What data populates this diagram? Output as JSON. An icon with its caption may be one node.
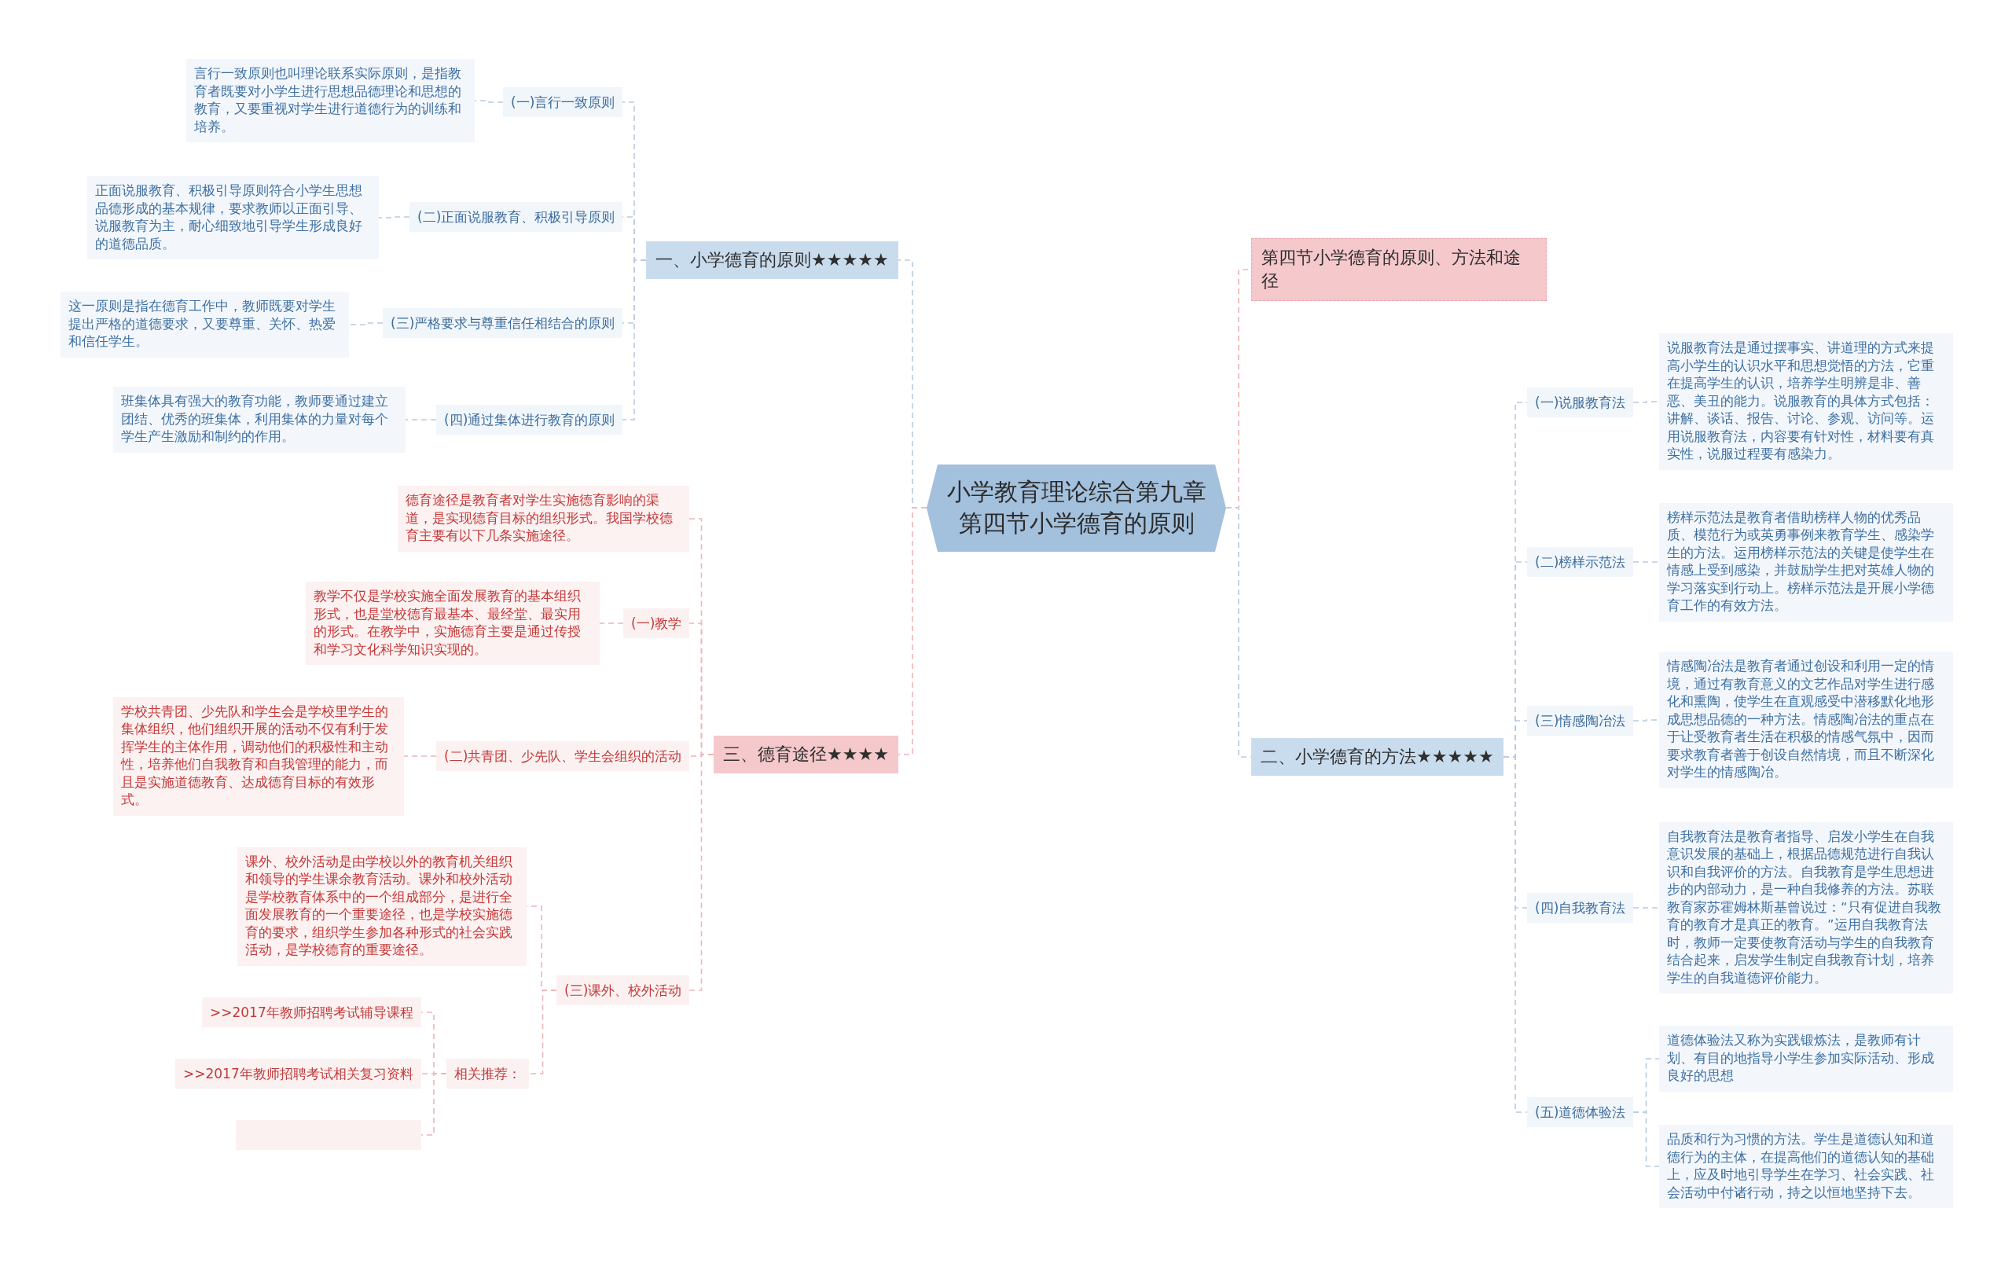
{
  "diagram": {
    "nodes": [
      {
        "text": [
          "小学教育理论综合第九章第四节小学德育的原则"
        ]
      },
      {
        "text": [
          "一、小学德育的原则★★★★★"
        ]
      },
      {
        "text": [
          "(一)言行一致原则"
        ]
      },
      {
        "text": [
          "言行一致原则也叫理论联系实际原则，是指教育者既要对小学生进行思想品德理论和思想的教育，又要重视对学生进行道德行为的训练和培养。"
        ]
      },
      {
        "text": [
          "(二)正面说服教育、积极引导原则"
        ]
      },
      {
        "text": [
          "正面说服教育、积极引导原则符合小学生思想品德形成的基本规律，要求教师以正面引导、说服教育为主，耐心细致地引导学生形成良好的道德品质。"
        ]
      },
      {
        "text": [
          "(三)严格要求与尊重信任相结合的原则"
        ]
      },
      {
        "text": [
          "这一原则是指在德育工作中，教师既要对学生提出严格的道德要求，又要尊重、关怀、热爱和信任学生。"
        ]
      },
      {
        "text": [
          "(四)通过集体进行教育的原则"
        ]
      },
      {
        "text": [
          "班集体具有强大的教育功能，教师要通过建立团结、优秀的班集体，利用集体的力量对每个学生产生激励和制约的作用。"
        ]
      },
      {
        "text": [
          "三、德育途径★★★★"
        ]
      },
      {
        "text": [
          "德育途径是教育者对学生实施德育影响的渠道，是实现德育目标的组织形式。我国学校德育主要有以下几条实施途径。"
        ]
      },
      {
        "text": [
          "(一)教学"
        ]
      },
      {
        "text": [
          "教学不仅是学校实施全面发展教育的基本组织形式，也是堂校德育最基本、最经堂、最实用的形式。在教学中，实施德育主要是通过传授和学习文化科学知识实现的。"
        ]
      },
      {
        "text": [
          "(二)共青团、少先队、学生会组织的活动"
        ]
      },
      {
        "text": [
          "学校共青团、少先队和学生会是学校里学生的集体组织，他们组织开展的活动不仅有利于发挥学生的主体作用，调动他们的积极性和主动性，培养他们自我教育和自我管理的能力，而且是实施道德教育、达成德育目标的有效形式。"
        ]
      },
      {
        "text": [
          "(三)课外、校外活动"
        ]
      },
      {
        "text": [
          "课外、校外活动是由学校以外的教育机关组织和领导的学生课余教育活动。课外和校外活动是学校教育体系中的一个组成部分，是进行全面发展教育的一个重要途径，也是学校实施德育的要求，组织学生参加各种形式的社会实践活动，是学校德育的重要途径。"
        ]
      },
      {
        "text": [
          "相关推荐："
        ]
      },
      {
        "text": [
          ">>2017年教师招聘考试辅导课程"
        ]
      },
      {
        "text": [
          ">>2017年教师招聘考试相关复习资料"
        ]
      },
      {
        "text": [],
        "shape": "box"
      },
      {
        "text": [
          "第四节小学德育的原则、方法和途径"
        ]
      },
      {
        "text": [
          "二、小学德育的方法★★★★★"
        ]
      },
      {
        "text": [
          "(一)说服教育法"
        ]
      },
      {
        "text": [
          "说服教育法是通过摆事实、讲道理的方式来提高小学生的认识水平和思想觉悟的方法，它重在提高学生的认识，培养学生明辨是非、善恶、美丑的能力。说服教育的具体方式包括：讲解、谈话、报告、讨论、参观、访问等。运用说服教育法，内容要有针对性，材料要有真实性，说服过程要有感染力。"
        ]
      },
      {
        "text": [
          "(二)榜样示范法"
        ]
      },
      {
        "text": [
          "榜样示范法是教育者借助榜样人物的优秀品质、模范行为或英勇事例来教育学生、感染学生的方法。运用榜样示范法的关键是使学生在情感上受到感染，并鼓励学生把对英雄人物的学习落实到行动上。榜样示范法是开展小学德育工作的有效方法。"
        ]
      },
      {
        "text": [
          "(三)情感陶冶法"
        ]
      },
      {
        "text": [
          "情感陶冶法是教育者通过创设和利用一定的情境，通过有教育意义的文艺作品对学生进行感化和熏陶，使学生在直观感受中潜移默化地形成思想品德的一种方法。情感陶冶法的重点在于让受教育者生活在积极的情感气氛中，因而要求教育者善于创设自然情境，而且不断深化对学生的情感陶冶。"
        ]
      },
      {
        "text": [
          "(四)自我教育法"
        ]
      },
      {
        "text": [
          "自我教育法是教育者指导、启发小学生在自我意识发展的基础上，根据品德规范进行自我认识和自我评价的方法。自我教育是学生思想进步的内部动力，是一种自我修养的方法。苏联教育家苏霍姆林斯基曾说过：“只有促进自我教育的教育才是真正的教育。”运用自我教育法时，教师一定要使教育活动与学生的自我教育结合起来，启发学生制定自我教育计划，培养学生的自我道德评价能力。"
        ]
      },
      {
        "text": [
          "(五)道德体验法"
        ]
      },
      {
        "text": [
          "道德体验法又称为实践锻炼法，是教师有计划、有目的地指导小学生参加实际活动、形成良好的思想"
        ]
      },
      {
        "text": [
          "品质和行为习惯的方法。学生是道德认知和道德行为的主体，在提高他们的道德认知的基础上，应及时地引导学生在学习、社会实践、社会活动中付诸行动，持之以恒地坚持下去。"
        ]
      }
    ],
    "edges": [
      {
        "from": 0,
        "to": 1,
        "arrow": "none",
        "style": "dashed"
      },
      {
        "from": 1,
        "to": 2,
        "arrow": "none",
        "style": "dashed"
      },
      {
        "from": 1,
        "to": 4,
        "arrow": "none",
        "style": "dashed"
      },
      {
        "from": 1,
        "to": 6,
        "arrow": "none",
        "style": "dashed"
      },
      {
        "from": 1,
        "to": 8,
        "arrow": "none",
        "style": "dashed"
      },
      {
        "from": 2,
        "to": 3,
        "arrow": "none",
        "style": "dashed"
      },
      {
        "from": 4,
        "to": 5,
        "arrow": "none",
        "style": "dashed"
      },
      {
        "from": 6,
        "to": 7,
        "arrow": "none",
        "style": "dashed"
      },
      {
        "from": 8,
        "to": 9,
        "arrow": "none",
        "style": "dashed"
      },
      {
        "from": 0,
        "to": 10,
        "arrow": "none",
        "style": "dashed",
        "color": "#f0b4b9"
      },
      {
        "from": 10,
        "to": 11,
        "arrow": "none",
        "style": "dashed",
        "color": "#f0b4b9"
      },
      {
        "from": 10,
        "to": 12,
        "arrow": "none",
        "style": "dashed",
        "color": "#f0b4b9"
      },
      {
        "from": 10,
        "to": 14,
        "arrow": "none",
        "style": "dashed",
        "color": "#f0b4b9"
      },
      {
        "from": 10,
        "to": 16,
        "arrow": "none",
        "style": "dashed",
        "color": "#f0b4b9"
      },
      {
        "from": 12,
        "to": 13,
        "arrow": "none",
        "style": "dashed",
        "color": "#f0b4b9"
      },
      {
        "from": 14,
        "to": 15,
        "arrow": "none",
        "style": "dashed",
        "color": "#f0b4b9"
      },
      {
        "from": 16,
        "to": 17,
        "arrow": "none",
        "style": "dashed",
        "color": "#f0b4b9"
      },
      {
        "from": 16,
        "to": 18,
        "arrow": "none",
        "style": "dashed",
        "color": "#f0b4b9"
      },
      {
        "from": 18,
        "to": 19,
        "arrow": "none",
        "style": "dashed",
        "color": "#f0b4b9"
      },
      {
        "from": 18,
        "to": 20,
        "arrow": "none",
        "style": "dashed",
        "color": "#f0b4b9"
      },
      {
        "from": 18,
        "to": 21,
        "arrow": "none",
        "style": "dashed",
        "color": "#f0b4b9"
      },
      {
        "from": 0,
        "to": 22,
        "arrow": "none",
        "style": "dashed",
        "color": "#f0b4b9"
      },
      {
        "from": 0,
        "to": 23,
        "arrow": "none",
        "style": "dashed"
      },
      {
        "from": 23,
        "to": 24,
        "arrow": "none",
        "style": "dashed"
      },
      {
        "from": 23,
        "to": 26,
        "arrow": "none",
        "style": "dashed"
      },
      {
        "from": 23,
        "to": 28,
        "arrow": "none",
        "style": "dashed"
      },
      {
        "from": 23,
        "to": 30,
        "arrow": "none",
        "style": "dashed"
      },
      {
        "from": 23,
        "to": 32,
        "arrow": "none",
        "style": "dashed"
      },
      {
        "from": 24,
        "to": 25,
        "arrow": "none",
        "style": "dashed"
      },
      {
        "from": 26,
        "to": 27,
        "arrow": "none",
        "style": "dashed"
      },
      {
        "from": 28,
        "to": 29,
        "arrow": "none",
        "style": "dashed"
      },
      {
        "from": 30,
        "to": 31,
        "arrow": "none",
        "style": "dashed"
      },
      {
        "from": 32,
        "to": 33,
        "arrow": "none",
        "style": "dashed"
      },
      {
        "from": 32,
        "to": 34,
        "arrow": "none",
        "style": "dashed"
      }
    ]
  }
}
